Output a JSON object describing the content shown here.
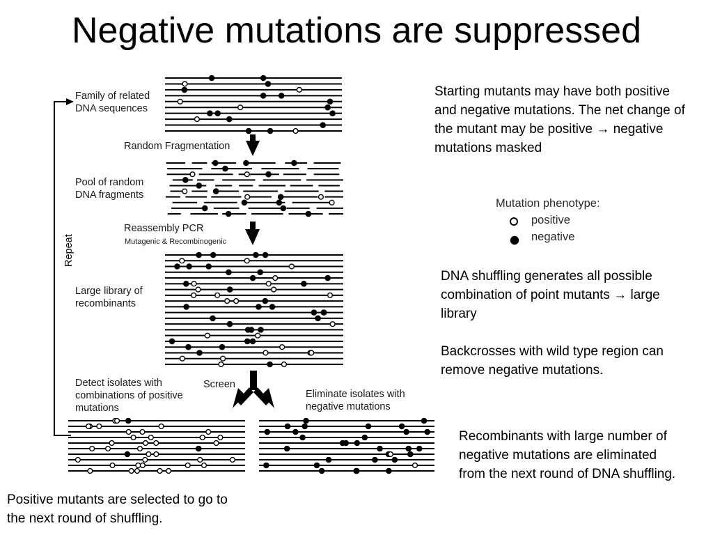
{
  "slide": {
    "title": "Negative mutations are suppressed",
    "notes": {
      "top_right": "Starting mutants may have both positive and negative mutations. The net change of the mutant may be positive → negative mutations masked",
      "middle_right_1": "DNA shuffling generates all possible combination of point mutants → large library",
      "middle_right_2": "Backcrosses with wild type region can remove negative mutations.",
      "bottom_right": "Recombinants with large number of negative mutations are eliminated from the next round of DNA shuffling.",
      "bottom_left": "Positive mutants are selected to go to the next round of shuffling."
    }
  },
  "diagram": {
    "labels": {
      "family": "Family of related DNA sequences",
      "fragmentation": "Random Fragmentation",
      "pool": "Pool of random DNA fragments",
      "reassembly": "Reassembly PCR",
      "reassembly_sub": "Mutagenic &  Recombinogenic",
      "library": "Large library of recombinants",
      "screen": "Screen",
      "detect": "Detect isolates with combinations of positive mutations",
      "eliminate": "Eliminate isolates with negative mutations",
      "repeat": "Repeat"
    },
    "legend": {
      "title": "Mutation phenotype:",
      "positive": "positive",
      "negative": "negative"
    },
    "colors": {
      "ink": "#000000",
      "positive_fill": "#ffffff",
      "negative_fill": "#000000"
    }
  }
}
